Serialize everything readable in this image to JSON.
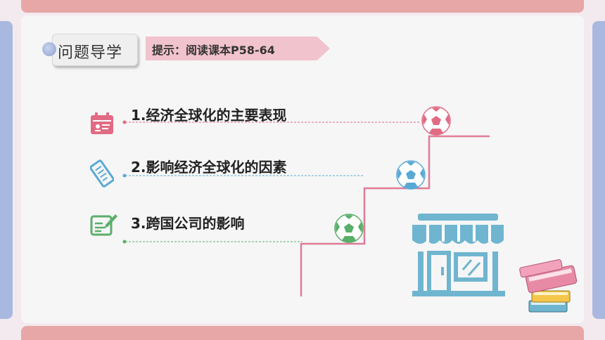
{
  "header": {
    "badge_label": "问题导学",
    "hint_label": "提示：阅读课本P58-64"
  },
  "items": [
    {
      "label": "1.经济全球化的主要表现",
      "color": "#e26b84"
    },
    {
      "label": "2.影响经济全球化的因素",
      "color": "#5aa9d5"
    },
    {
      "label": "3.跨国公司的影响",
      "color": "#5aaf6a"
    }
  ],
  "colors": {
    "accent_pink": "#e6a7a6",
    "accent_blue": "#a9b8df",
    "stair": "#e07b96",
    "shop": "#6fb5cf"
  },
  "icons": [
    "calendar-icon",
    "scroll-icon",
    "edit-icon",
    "soccer-ball-icon",
    "shop-icon",
    "books-icon"
  ]
}
